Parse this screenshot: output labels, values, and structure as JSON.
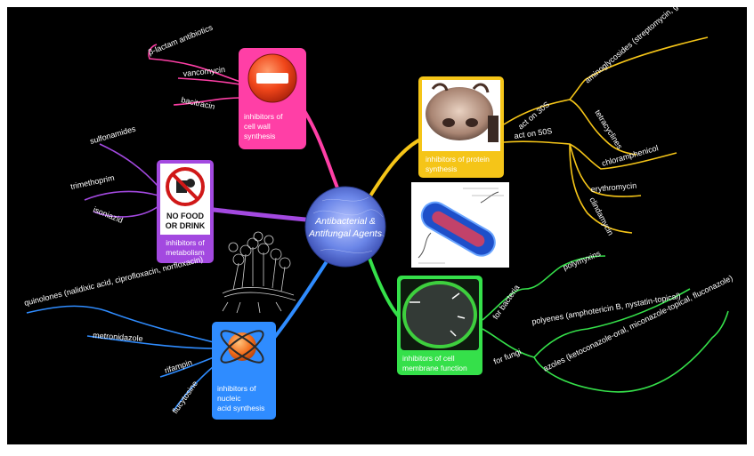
{
  "center": {
    "line1": "Antibacterial &",
    "line2": "Antifungal Agents"
  },
  "colors": {
    "background": "#000000",
    "frame": "#ffffff",
    "cell_wall": "#ff3fa6",
    "metabolism": "#a349e0",
    "nucleic": "#2f8cff",
    "protein": "#f5c518",
    "membrane": "#35e04a",
    "center_blue": "#6b86e8"
  },
  "branches": {
    "cell_wall": {
      "label": [
        "inhibitors of",
        "cell wall",
        "synthesis"
      ],
      "icon": "no-entry-icon",
      "leaves": [
        "β-lactam antibiotics",
        "vancomycin",
        "bacitracin"
      ]
    },
    "metabolism": {
      "label": [
        "inhibitors of",
        "metabolism"
      ],
      "icon": "no-food-or-drink-sign-icon",
      "sign_text": [
        "NO FOOD",
        "OR DRINK"
      ],
      "leaves": [
        "sulfonamides",
        "trimethoprim",
        "isoniazid"
      ]
    },
    "nucleic": {
      "label": [
        "inhibitors of",
        "nucleic",
        "acid synthesis"
      ],
      "icon": "atom-no-icon",
      "leaves": [
        "quinolones (nalidixic acid, ciprofloxacin, norfloxacin)",
        "metronidazole",
        "rifampin",
        "flucytosine"
      ]
    },
    "protein": {
      "label": [
        "inhibitors of protein",
        "synthesis"
      ],
      "icon": "cow-nose-icon",
      "sub": [
        {
          "label": "act on 30S",
          "leaves": [
            "aminoglycosides (streptomycin, gentamycin)",
            "tetracyclines"
          ]
        },
        {
          "label": "act on 50S",
          "leaves": [
            "chloramphenicol",
            "erythromycin",
            "clindamycin"
          ]
        }
      ]
    },
    "membrane": {
      "label": [
        "inhibitors of cell",
        "membrane function"
      ],
      "icon": "cell-membrane-icon",
      "sub": [
        {
          "label": "for bacteria",
          "leaves": [
            "polymyxins"
          ]
        },
        {
          "label": "for fungi",
          "leaves": [
            "polyenes (amphotericin B, nystatin-topical)",
            "azoles (ketoconazole-oral, miconazole-topical, fluconazole)"
          ]
        }
      ]
    }
  }
}
